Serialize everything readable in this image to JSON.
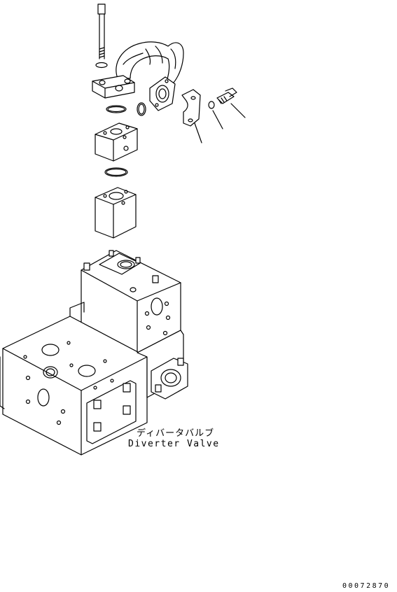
{
  "diagram": {
    "component_label_jp": "ディバータバルブ",
    "component_label_en": "Diverter Valve",
    "drawing_number": "00072870"
  }
}
